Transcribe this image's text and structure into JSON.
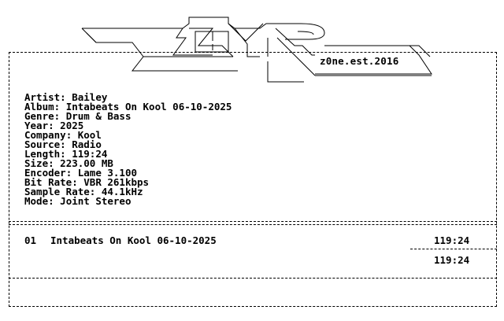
{
  "header": {
    "tagline": "z0ne.est.2016"
  },
  "info": [
    {
      "label": "Artist",
      "value": "Bailey"
    },
    {
      "label": "Album",
      "value": "Intabeats On Kool 06-10-2025"
    },
    {
      "label": "Genre",
      "value": "Drum & Bass"
    },
    {
      "label": "Year",
      "value": "2025"
    },
    {
      "label": "Company",
      "value": "Kool"
    },
    {
      "label": "Source",
      "value": "Radio"
    },
    {
      "label": "Length",
      "value": "119:24"
    },
    {
      "label": "Size",
      "value": "223.00 MB"
    },
    {
      "label": "Encoder",
      "value": "Lame 3.100"
    },
    {
      "label": "Bit Rate",
      "value": "VBR 261kbps"
    },
    {
      "label": "Sample Rate",
      "value": "44.1kHz"
    },
    {
      "label": "Mode",
      "value": "Joint Stereo"
    }
  ],
  "tracklist": {
    "tracks": [
      {
        "number": "01",
        "title": "Intabeats On Kool 06-10-2025",
        "duration": "119:24"
      }
    ],
    "total_duration": "119:24"
  }
}
